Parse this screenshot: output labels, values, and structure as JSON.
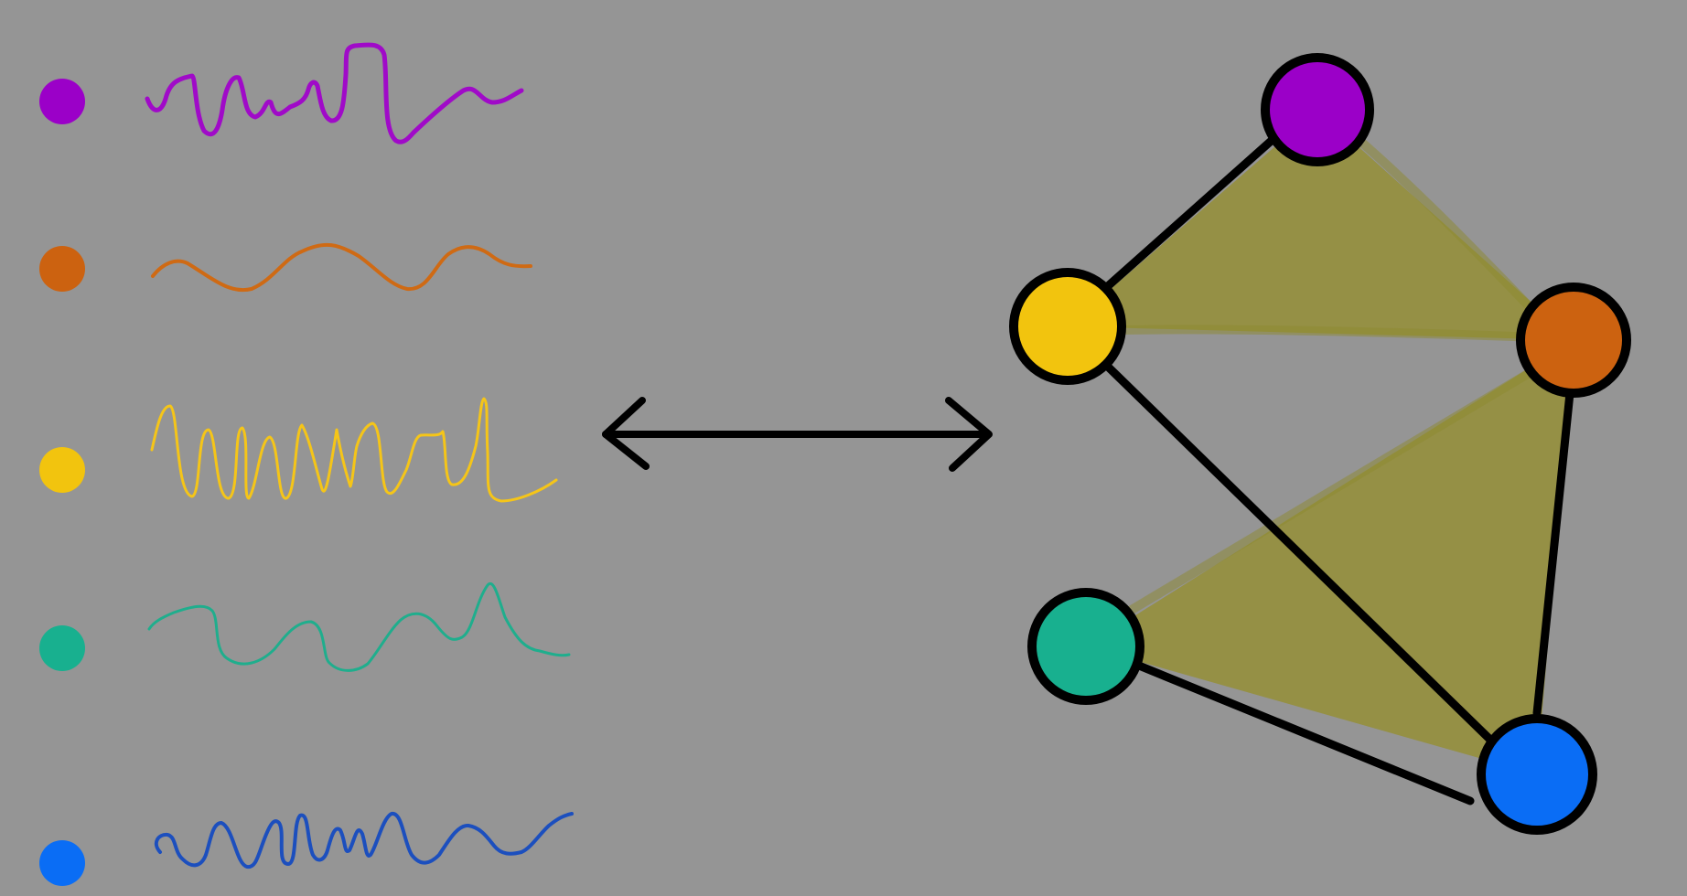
{
  "background": "#959595",
  "signals": [
    {
      "id": "purple",
      "color": "#9b00c8",
      "signal_color": "#a00ac8",
      "shape": "irregular-spiky-then-plateau-then-wave"
    },
    {
      "id": "orange",
      "color": "#cc6210",
      "signal_color": "#cf6a14",
      "shape": "smooth-sine-wave"
    },
    {
      "id": "yellow",
      "color": "#f2c40e",
      "signal_color": "#f5c518",
      "shape": "dense-spikes-then-flat"
    },
    {
      "id": "teal",
      "color": "#18b08f",
      "signal_color": "#1fae8d",
      "shape": "slow-wave"
    },
    {
      "id": "blue",
      "color": "#0a6df5",
      "signal_color": "#1c4fbe",
      "shape": "fast-wave-then-slow"
    }
  ],
  "arrow": {
    "type": "double-headed",
    "color": "#000000"
  },
  "graph": {
    "nodes": [
      {
        "id": "purple",
        "color": "#9b00c8"
      },
      {
        "id": "yellow",
        "color": "#f2c40e"
      },
      {
        "id": "orange",
        "color": "#cc6210"
      },
      {
        "id": "teal",
        "color": "#18b08f"
      },
      {
        "id": "blue",
        "color": "#0a6df5"
      }
    ],
    "edges": [
      [
        "purple",
        "yellow"
      ],
      [
        "yellow",
        "blue"
      ],
      [
        "orange",
        "blue"
      ],
      [
        "teal",
        "blue"
      ]
    ],
    "triangles": [
      [
        "purple",
        "yellow",
        "orange"
      ],
      [
        "orange",
        "teal",
        "blue"
      ]
    ],
    "simplex_fill": "#958f3c"
  }
}
